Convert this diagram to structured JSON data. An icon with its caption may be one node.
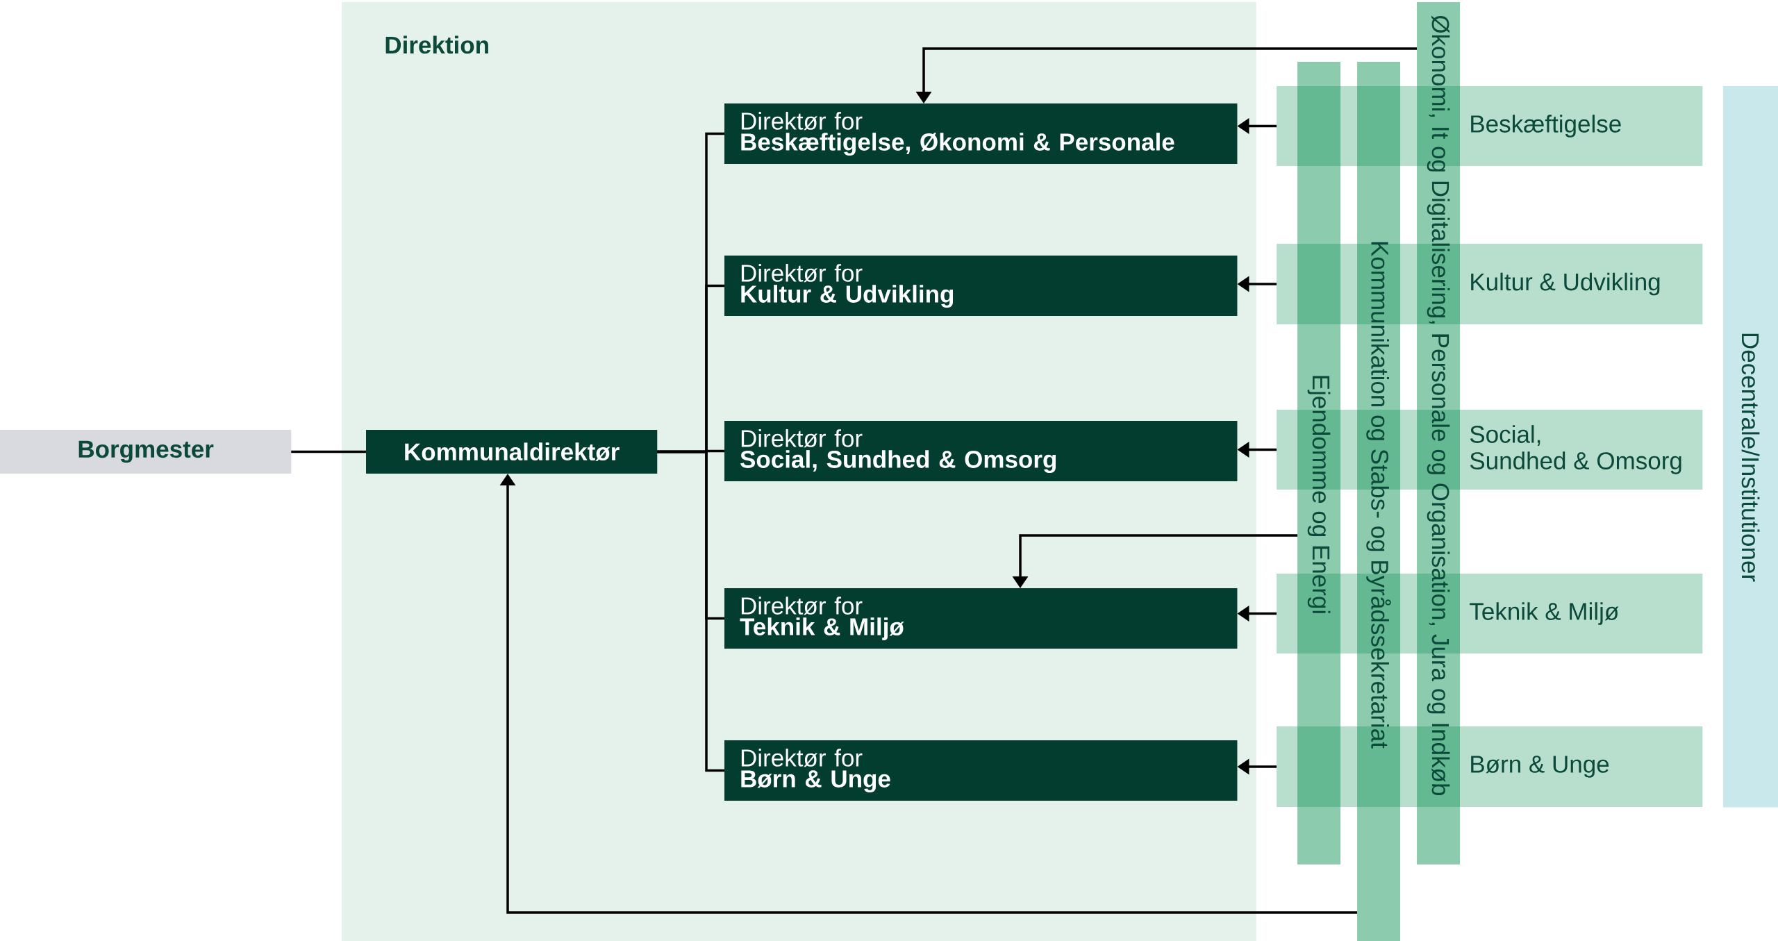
{
  "diagram": {
    "nodes": [
      {
        "text": [
          "Borgmester"
        ]
      },
      {
        "text": [
          "Direktion"
        ]
      },
      {
        "text": [
          "Kommunaldirektør"
        ],
        "in": 1
      },
      {
        "text": [
          "Direktør for",
          "Beskæftigelse, Økonomi & Personale"
        ],
        "in": 1
      },
      {
        "text": [
          "Direktør for",
          "Kultur & Udvikling"
        ],
        "in": 1
      },
      {
        "text": [
          "Direktør for",
          "Social, Sundhed & Omsorg"
        ],
        "in": 1
      },
      {
        "text": [
          "Direktør for",
          "Teknik & Miljø"
        ],
        "in": 1
      },
      {
        "text": [
          "Direktør for",
          "Børn & Unge"
        ],
        "in": 1
      },
      {
        "text": [
          "Beskæftigelse"
        ]
      },
      {
        "text": [
          "Kultur & Udvikling"
        ]
      },
      {
        "text": [
          "Social, Sundhed & Omsorg"
        ]
      },
      {
        "text": [
          "Teknik & Miljø"
        ]
      },
      {
        "text": [
          "Børn & Unge"
        ]
      },
      {
        "text": [
          "Ejendomme og Energi"
        ]
      },
      {
        "text": [
          "Kommunikation og Stabs- og Byrådssekretariat"
        ]
      },
      {
        "text": [
          "Økonomi, It og Digitalisering, Personale og Organisation, Jura og Indkøb"
        ]
      },
      {
        "text": [
          "Decentrale/Institutioner"
        ]
      }
    ],
    "edges": [
      {
        "from": 0,
        "to": 2,
        "arrow": "none"
      },
      {
        "from": 2,
        "to": 3,
        "arrow": "none"
      },
      {
        "from": 2,
        "to": 4,
        "arrow": "none"
      },
      {
        "from": 2,
        "to": 5,
        "arrow": "none"
      },
      {
        "from": 2,
        "to": 6,
        "arrow": "none"
      },
      {
        "from": 2,
        "to": 7,
        "arrow": "none"
      },
      {
        "from": 8,
        "to": 3,
        "arrow": "to"
      },
      {
        "from": 9,
        "to": 4,
        "arrow": "to"
      },
      {
        "from": 10,
        "to": 5,
        "arrow": "to"
      },
      {
        "from": 11,
        "to": 6,
        "arrow": "to"
      },
      {
        "from": 12,
        "to": 7,
        "arrow": "to"
      },
      {
        "from": 15,
        "to": 3,
        "arrow": "to"
      },
      {
        "from": 13,
        "to": 6,
        "arrow": "to"
      },
      {
        "from": 14,
        "to": 2,
        "arrow": "to"
      }
    ]
  }
}
